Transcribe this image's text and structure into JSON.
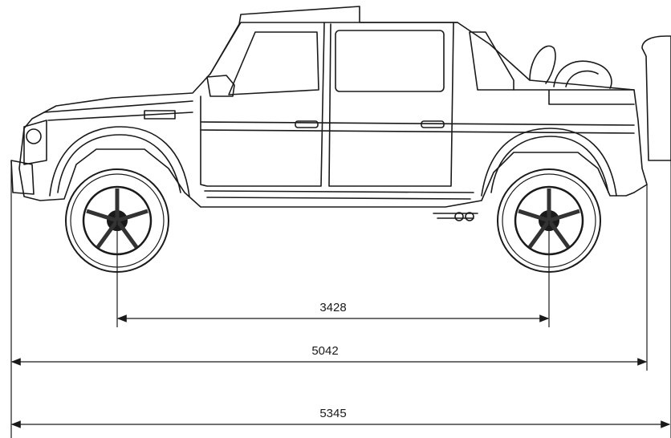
{
  "drawing": {
    "subject": "vehicle-side-elevation",
    "line_color": "#1a1a1a",
    "background": "#ffffff"
  },
  "dimensions": {
    "wheelbase": "3428",
    "length_body": "5042",
    "length_overall": "5345"
  }
}
